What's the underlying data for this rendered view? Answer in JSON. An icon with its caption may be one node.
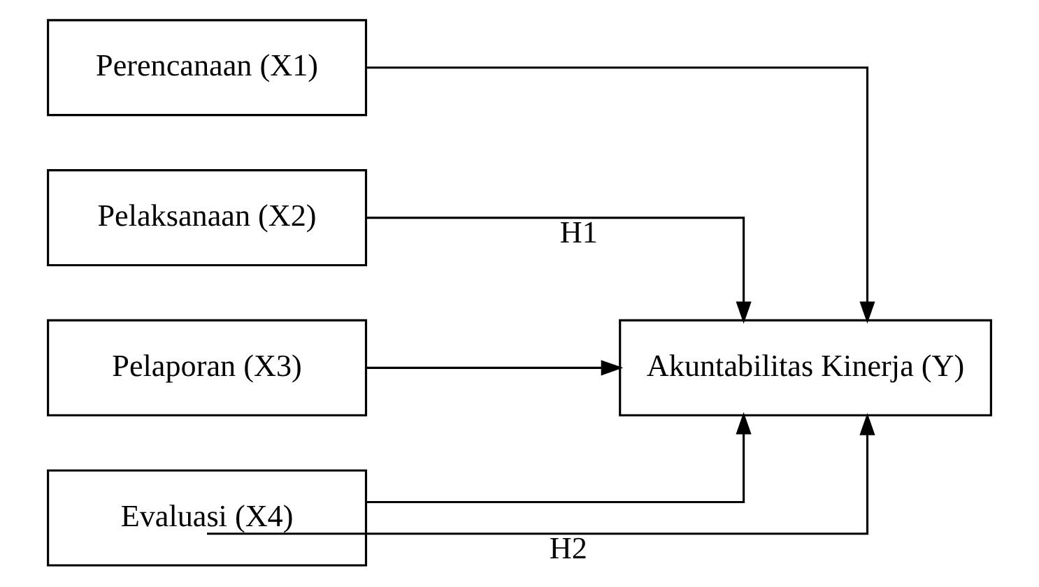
{
  "diagram": {
    "nodes": [
      {
        "text": [
          "Perencanaan (X1)"
        ]
      },
      {
        "text": [
          "Pelaksanaan (X2)"
        ]
      },
      {
        "text": [
          "Pelaporan (X3)"
        ]
      },
      {
        "text": [
          "Evaluasi (X4)"
        ]
      },
      {
        "text": [
          "Akuntabilitas Kinerja (Y)"
        ]
      }
    ],
    "edges": [
      {
        "from": 0,
        "to": 4,
        "arrow": "to"
      },
      {
        "from": 1,
        "to": 4,
        "arrow": "to",
        "label": "H1"
      },
      {
        "from": 2,
        "to": 4,
        "arrow": "to"
      },
      {
        "from": 3,
        "to": 4,
        "arrow": "to"
      },
      {
        "from": 3,
        "to": 4,
        "arrow": "to",
        "label": "H2"
      }
    ]
  }
}
